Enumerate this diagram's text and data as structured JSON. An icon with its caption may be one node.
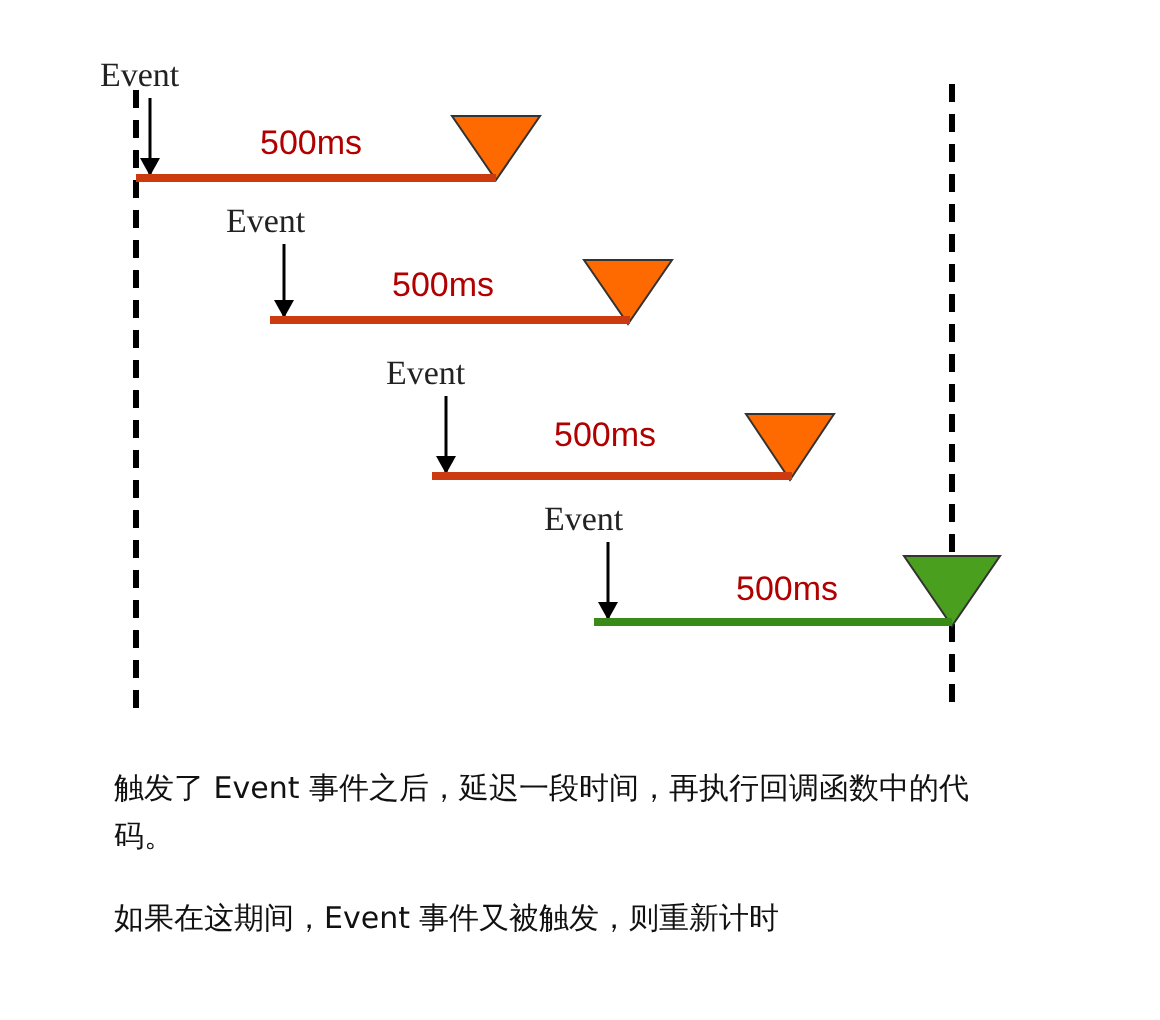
{
  "diagram": {
    "nodes": [
      {
        "text": [
          "Event"
        ]
      },
      {
        "text": [],
        "shape": "bar",
        "beside": [
          "500ms"
        ]
      },
      {
        "text": [
          "Event"
        ]
      },
      {
        "text": [],
        "shape": "bar",
        "beside": [
          "500ms"
        ]
      },
      {
        "text": [
          "Event"
        ]
      },
      {
        "text": [],
        "shape": "bar",
        "beside": [
          "500ms"
        ]
      },
      {
        "text": [
          "Event"
        ]
      },
      {
        "text": [],
        "shape": "bar",
        "beside": [
          "500ms"
        ]
      }
    ],
    "edges": [
      {
        "from": 0,
        "to": 1,
        "arrow": "to"
      },
      {
        "from": 2,
        "to": 3,
        "arrow": "to"
      },
      {
        "from": 4,
        "to": 5,
        "arrow": "to"
      },
      {
        "from": 6,
        "to": 7,
        "arrow": "to"
      }
    ],
    "labels": [
      "触发了 Event 事件之后，延迟一段时间，再执行回调函数中的代码。",
      "如果在这期间，Event 事件又被触发，则重新计时"
    ]
  }
}
